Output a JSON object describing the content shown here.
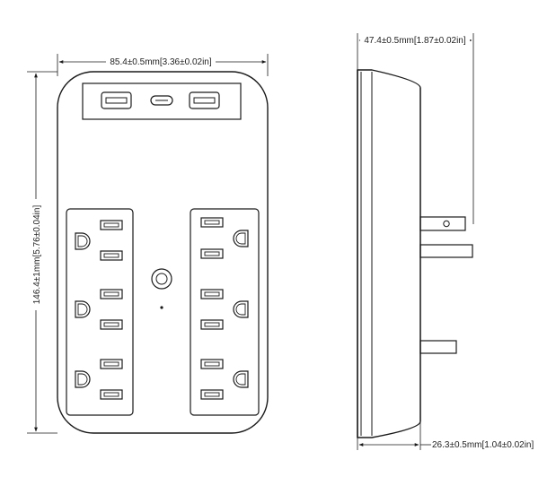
{
  "diagram": {
    "title": "",
    "front_view": {
      "width_label": "85.4±0.5mm[3.36±0.02in]",
      "height_label": "146.4±1mm[5.76±0.04in]",
      "usb_ports": [
        {
          "type": "USB-A",
          "icon": "usb-a-port-icon"
        },
        {
          "type": "USB-C",
          "icon": "usb-c-port-icon"
        },
        {
          "type": "USB-A",
          "icon": "usb-a-port-icon"
        }
      ],
      "outlet_count": 6,
      "outlet_icon": "ac-outlet-icon",
      "center_button_icon": "power-button-icon",
      "indicator_icon": "indicator-light-icon"
    },
    "side_view": {
      "depth_label": "47.4±0.5mm[1.87±0.02in]",
      "base_depth_label": "26.3±0.5mm[1.04±0.02in]",
      "plug_icon": "wall-plug-prong-icon"
    },
    "colors": {
      "line": "#1a1a1a",
      "device_fill": "#ffffff",
      "panel_fill": "#ffffff"
    }
  }
}
